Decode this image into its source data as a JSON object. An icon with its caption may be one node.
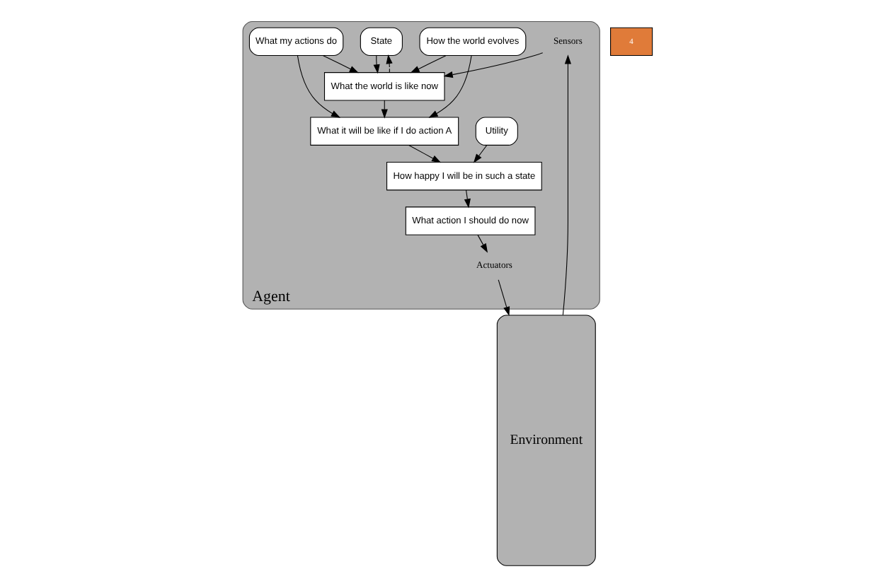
{
  "diagram": {
    "nodes": [
      {
        "text": [
          "Agent"
        ]
      },
      {
        "text": [
          "State"
        ],
        "in": 0
      },
      {
        "text": [
          "How the world evolves"
        ],
        "in": 0
      },
      {
        "text": [
          "What my actions do"
        ],
        "in": 0
      },
      {
        "text": [
          "Utility"
        ],
        "in": 0
      },
      {
        "text": [
          "Sensors"
        ],
        "in": 0
      },
      {
        "text": [
          "What the world is like now"
        ],
        "in": 0
      },
      {
        "text": [
          "What it will be like if I do action A"
        ],
        "in": 0
      },
      {
        "text": [
          "How happy I will be in such a state"
        ],
        "in": 0
      },
      {
        "text": [
          "What action I should do now"
        ],
        "in": 0
      },
      {
        "text": [
          "Actuators"
        ],
        "in": 0
      },
      {
        "text": [
          "Environment"
        ]
      }
    ],
    "edges": [
      {
        "from": 11,
        "to": 5,
        "arrow": "to"
      },
      {
        "from": 5,
        "to": 6,
        "arrow": "to"
      },
      {
        "from": 1,
        "to": 6,
        "arrow": "to"
      },
      {
        "from": 2,
        "to": 6,
        "arrow": "to"
      },
      {
        "from": 2,
        "to": 7,
        "arrow": "to"
      },
      {
        "from": 3,
        "to": 6,
        "arrow": "to"
      },
      {
        "from": 3,
        "to": 7,
        "arrow": "to"
      },
      {
        "from": 6,
        "to": 7,
        "arrow": "to"
      },
      {
        "from": 7,
        "to": 8,
        "arrow": "to"
      },
      {
        "from": 4,
        "to": 8,
        "arrow": "to"
      },
      {
        "from": 8,
        "to": 9,
        "arrow": "to"
      },
      {
        "from": 9,
        "to": 10,
        "arrow": "to"
      },
      {
        "from": 10,
        "to": 11,
        "arrow": "to"
      },
      {
        "from": 6,
        "to": 1,
        "arrow": "to",
        "style": "dashed"
      }
    ],
    "labels": [
      "4"
    ]
  }
}
